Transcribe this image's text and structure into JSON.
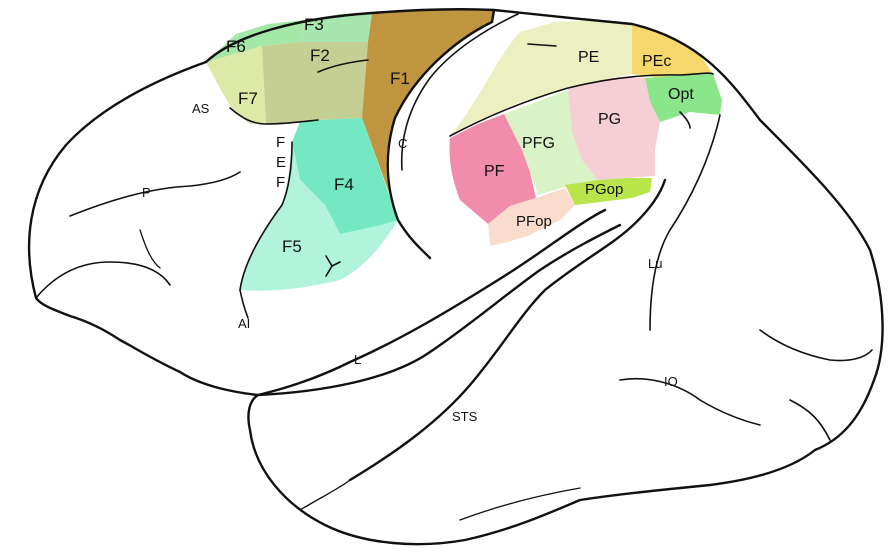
{
  "colors": {
    "F1": "#c0953f",
    "F2": "#c5cf93",
    "F3": "#a8e6b0",
    "F4": "#74e8c2",
    "F5": "#b2f3dc",
    "F6": "#a3e8a6",
    "F7": "#dde9a6",
    "PE": "#ecefbf",
    "PEc": "#f5d76b",
    "Opt": "#8be58a",
    "PG": "#f6cfd6",
    "PFG": "#d9f3c6",
    "PF": "#f28cac",
    "PGop": "#b9e54a",
    "PFop": "#f9dccb"
  },
  "areas": {
    "F1": "F1",
    "F2": "F2",
    "F3": "F3",
    "F4": "F4",
    "F5": "F5",
    "F6": "F6",
    "F7": "F7",
    "FEF": [
      "F",
      "E",
      "F"
    ],
    "PE": "PE",
    "PEc": "PEc",
    "Opt": "Opt",
    "PG": "PG",
    "PFG": "PFG",
    "PF": "PF",
    "PGop": "PGop",
    "PFop": "PFop"
  },
  "sulci": {
    "AS": "AS",
    "C": "C",
    "P": "P",
    "AI": "AI",
    "L": "L",
    "STS": "STS",
    "Lu": "Lu",
    "IO": "IO"
  }
}
